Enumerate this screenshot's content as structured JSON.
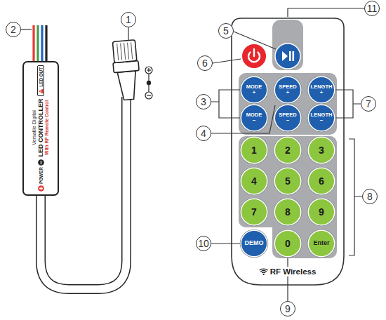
{
  "diagram": {
    "nodes": [
      {
        "text": [
          "LED OUT",
          "Versatile Digital",
          "LED CONTROLLER",
          "With RF Remote Control",
          "POWER"
        ]
      },
      {
        "text": [
          "RF Wireless"
        ]
      },
      {
        "text": [
          "MODE +"
        ],
        "in": 1
      },
      {
        "text": [
          "SPEED +"
        ],
        "in": 1
      },
      {
        "text": [
          "LENGTH +"
        ],
        "in": 1
      },
      {
        "text": [
          "MODE −"
        ],
        "in": 1
      },
      {
        "text": [
          "SPEED −"
        ],
        "in": 1
      },
      {
        "text": [
          "LENGTH −"
        ],
        "in": 1
      },
      {
        "text": [
          "1"
        ],
        "in": 1
      },
      {
        "text": [
          "2"
        ],
        "in": 1
      },
      {
        "text": [
          "3"
        ],
        "in": 1
      },
      {
        "text": [
          "4"
        ],
        "in": 1
      },
      {
        "text": [
          "5"
        ],
        "in": 1
      },
      {
        "text": [
          "6"
        ],
        "in": 1
      },
      {
        "text": [
          "7"
        ],
        "in": 1
      },
      {
        "text": [
          "8"
        ],
        "in": 1
      },
      {
        "text": [
          "9"
        ],
        "in": 1
      },
      {
        "text": [
          "DEMO"
        ],
        "in": 1
      },
      {
        "text": [
          "0"
        ],
        "in": 1
      },
      {
        "text": [
          "Enter"
        ],
        "in": 1
      }
    ],
    "labels": [
      "1",
      "2",
      "3",
      "4",
      "5",
      "6",
      "7",
      "8",
      "9",
      "10",
      "11"
    ]
  }
}
